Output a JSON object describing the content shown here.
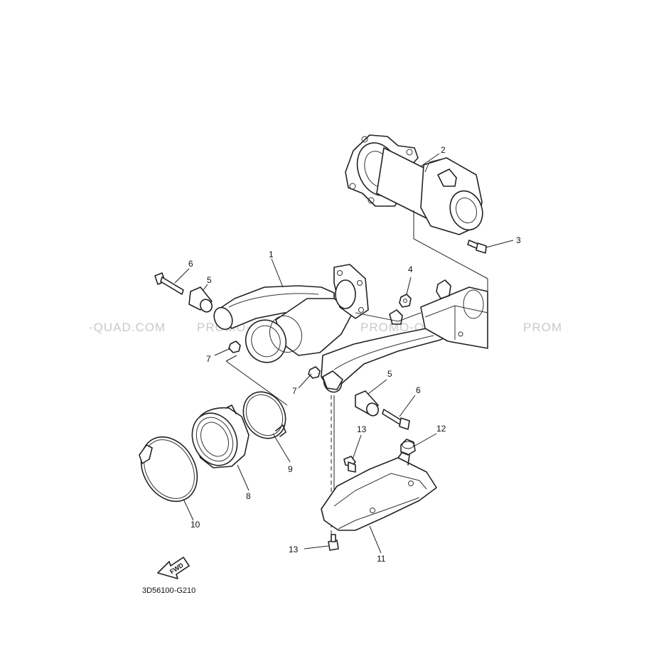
{
  "watermarks": [
    "-QUAD.COM",
    "PROMO-QUAD.COM",
    "PROMO-QUAD.COM",
    "PROM"
  ],
  "callouts": {
    "c1": "1",
    "c2": "2",
    "c3": "3",
    "c4": "4",
    "c5a": "5",
    "c5b": "5",
    "c6a": "6",
    "c6b": "6",
    "c7a": "7",
    "c7b": "7",
    "c8": "8",
    "c9": "9",
    "c10": "10",
    "c11": "11",
    "c12": "12",
    "c13a": "13",
    "c13b": "13"
  },
  "fwd_label": "FWD",
  "drawing_code": "3D56100-G210"
}
